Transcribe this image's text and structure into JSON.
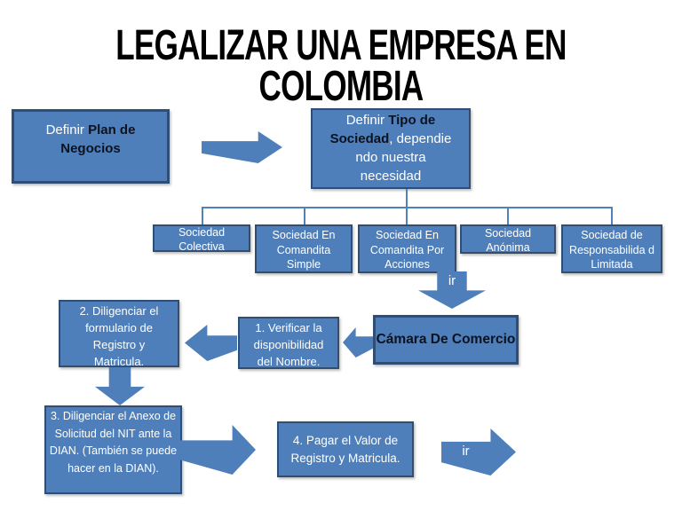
{
  "title": {
    "line1": "LEGALIZAR UNA EMPRESA EN",
    "line2": "COLOMBIA"
  },
  "plan_box": {
    "normal": "Definir ",
    "bold": "Plan de Negocios"
  },
  "tipo_box": {
    "normal1": "Definir ",
    "bold": "Tipo de Sociedad",
    "normal2": ", dependie ndo nuestra necesidad"
  },
  "societies": [
    "Sociedad Colectiva",
    "Sociedad En Comandita Simple",
    "Sociedad En Comandita Por Acciones",
    "Sociedad Anónima",
    "Sociedad de Responsabilida d Limitada"
  ],
  "ir_down_label": "ir",
  "ir_right_label": "ir",
  "camara_box": "Cámara De Comercio",
  "steps": {
    "step1": "1. Verificar la disponibilidad del Nombre.",
    "step2": "2. Diligenciar el formulario de Registro y Matricula.",
    "step3": "3. Diligenciar el Anexo de Solicitud del NIT ante la DIAN. (También se puede hacer en la DIAN).",
    "step4": "4. Pagar el Valor de Registro y Matricula."
  },
  "colors": {
    "box_fill": "#4e7fba",
    "box_border": "#2f4e75",
    "connector": "#4f81bd",
    "title_text": "#000000",
    "box_text_light": "#ffffff",
    "box_text_dark": "#0b1220"
  }
}
